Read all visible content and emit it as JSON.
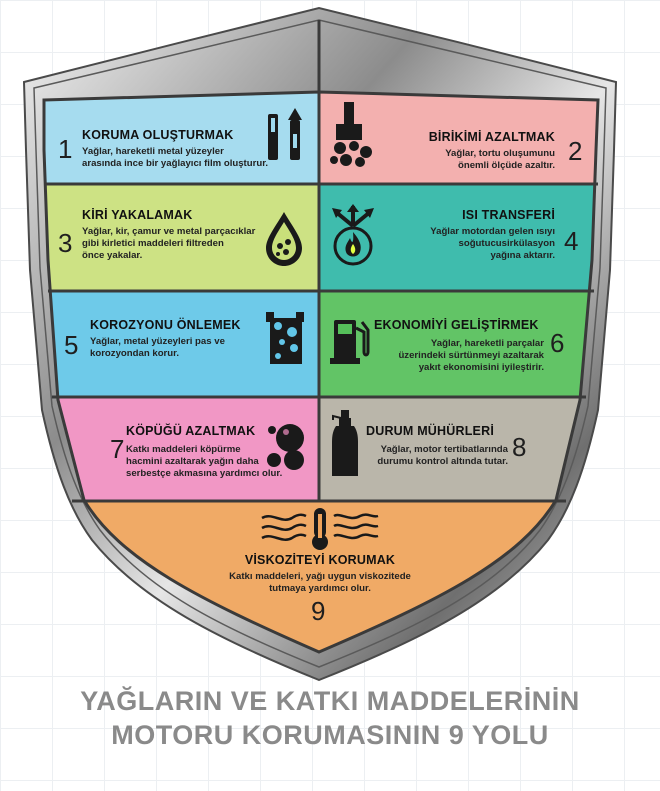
{
  "segments": [
    {
      "num": "1",
      "title": "KORUMA OLUŞTURMAK",
      "desc": "Yağlar, hareketli metal yüzeyler\narasında ince bir yağlayıcı film oluşturur.",
      "icon": "film-layer-icon",
      "color": "#9fd9ee"
    },
    {
      "num": "2",
      "title": "BİRİKİMİ AZALTMAK",
      "desc": "Yağlar, tortu oluşumunu\nönemli ölçüde azaltır.",
      "icon": "deposit-icon",
      "color": "#f2aaa9"
    },
    {
      "num": "3",
      "title": "KİRİ YAKALAMAK",
      "desc": "Yağlar, kir, çamur ve metal parçacıklar\ngibi kirletici maddeleri filtreden\nönce yakalar.",
      "icon": "oil-drop-icon",
      "color": "#c9e07a"
    },
    {
      "num": "4",
      "title": "ISI TRANSFERİ",
      "desc": "Yağlar motordan gelen ısıyı\nsoğutucusirkülasyon\nyağına aktarır.",
      "icon": "heat-transfer-icon",
      "color": "#2fb7a6"
    },
    {
      "num": "5",
      "title": "KOROZYONU ÖNLEMEK",
      "desc": "Yağlar, metal yüzeyleri pas ve\nkorozyondan korur.",
      "icon": "corrosion-icon",
      "color": "#62c6e8"
    },
    {
      "num": "6",
      "title": "EKONOMİYİ GELİŞTİRMEK",
      "desc": "Yağlar, hareketli parçalar\nüzerindeki sürtünmeyi azaltarak\nyakıt ekonomisini iyileştirir.",
      "icon": "fuel-pump-icon",
      "color": "#55bf5a"
    },
    {
      "num": "7",
      "title": "KÖPÜĞÜ AZALTMAK",
      "desc": "Katkı maddeleri köpürme\nhacmini azaltarak yağın daha\nserbestçe akmasına yardımcı olur.",
      "icon": "bubbles-icon",
      "color": "#f08fc0"
    },
    {
      "num": "8",
      "title": "DURUM MÜHÜRLERİ",
      "desc": "Yağlar, motor tertibatlarında\ndurumu kontrol altında tutar.",
      "icon": "oil-bottle-icon",
      "color": "#b5b0a3"
    },
    {
      "num": "9",
      "title": "VİSKOZİTEYİ KORUMAK",
      "desc": "Katkı maddeleri, yağı uygun viskozitede\ntutmaya yardımcı olur.",
      "icon": "thermometer-icon",
      "color": "#efa35a"
    }
  ],
  "caption": {
    "line1": "YAĞLARIN VE KATKI MADDELERİNİN",
    "line2": "MOTORU KORUMASININ 9 YOLU"
  }
}
